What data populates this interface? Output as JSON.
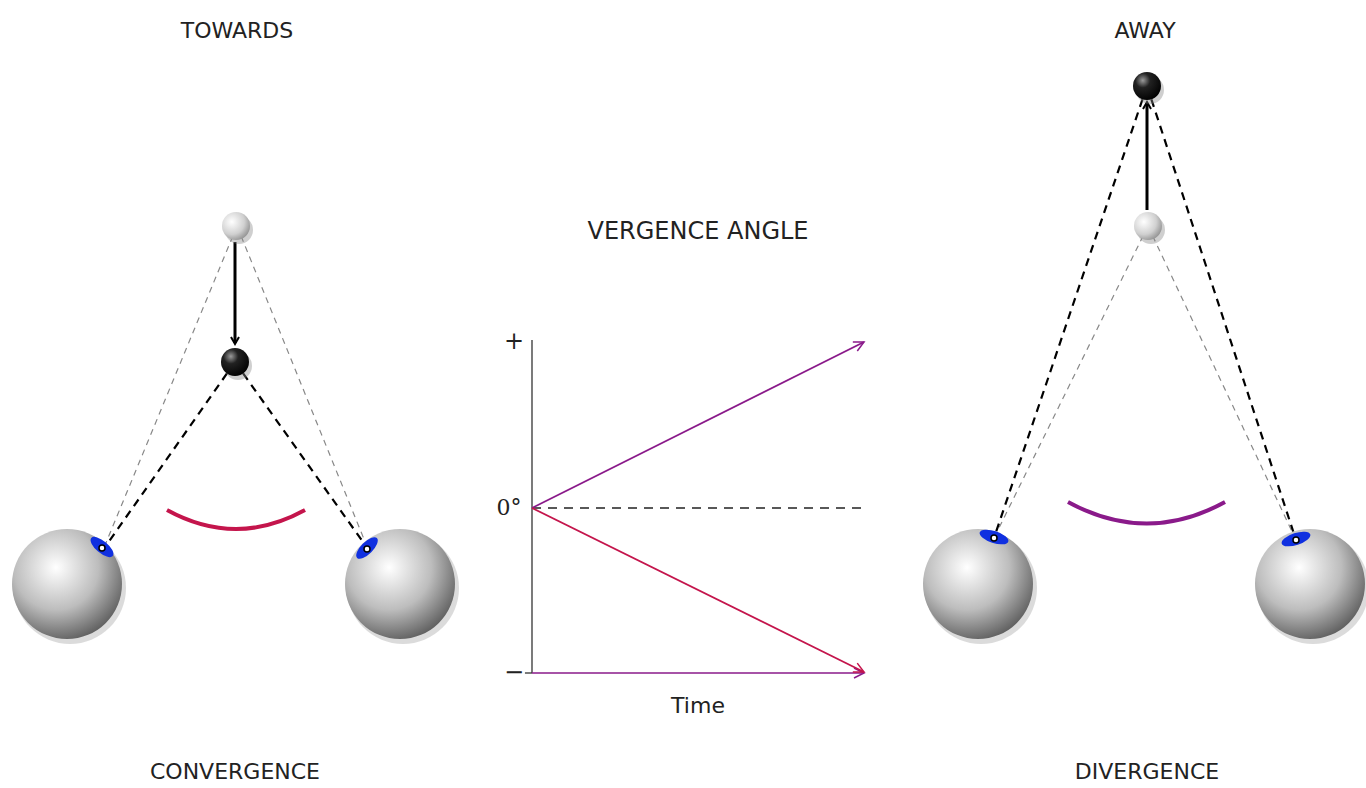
{
  "diagram": {
    "labels": [
      "TOWARDS",
      "AWAY",
      "VERGENCE ANGLE",
      "+",
      "0°",
      "−",
      "Time",
      "CONVERGENCE",
      "DIVERGENCE"
    ]
  }
}
